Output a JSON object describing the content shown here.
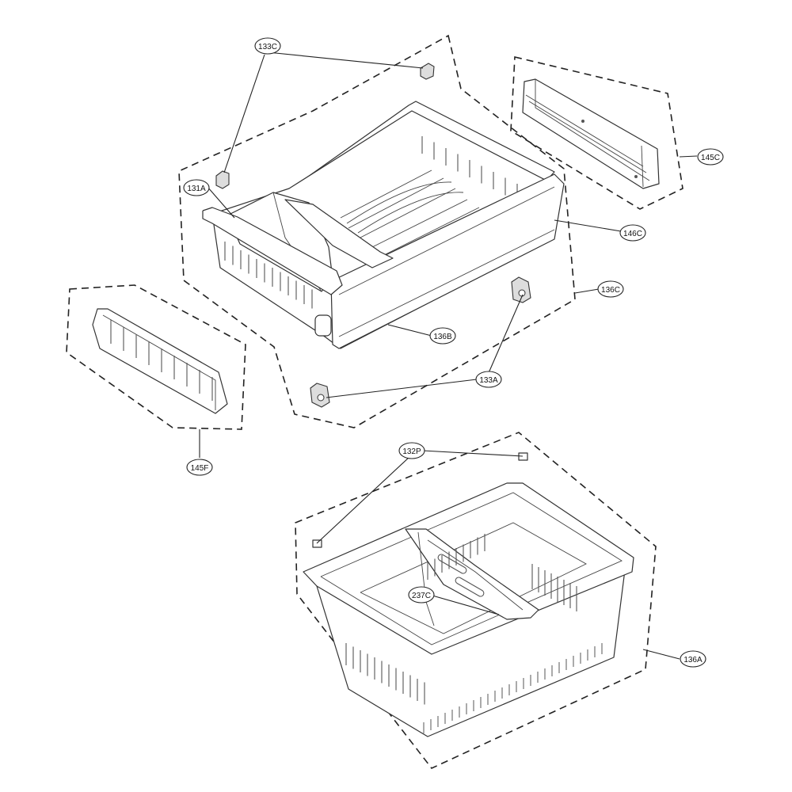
{
  "diagram": {
    "callouts": [
      {
        "id": "133C",
        "label": "133C"
      },
      {
        "id": "131A",
        "label": "131A"
      },
      {
        "id": "145C",
        "label": "145C"
      },
      {
        "id": "146C",
        "label": "146C"
      },
      {
        "id": "136C",
        "label": "136C"
      },
      {
        "id": "136B",
        "label": "136B"
      },
      {
        "id": "133A",
        "label": "133A"
      },
      {
        "id": "145F",
        "label": "145F"
      },
      {
        "id": "132P",
        "label": "132P"
      },
      {
        "id": "237C",
        "label": "237C"
      },
      {
        "id": "136A",
        "label": "136A"
      }
    ]
  }
}
